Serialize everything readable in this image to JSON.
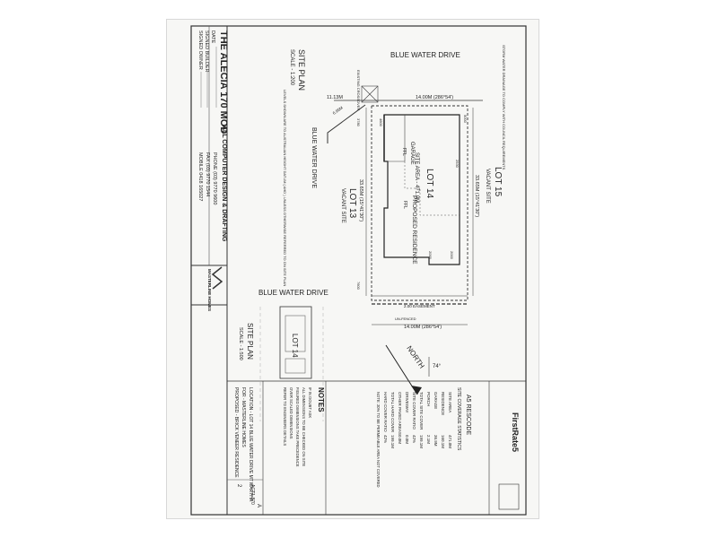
{
  "site_plan_1200": {
    "title": "SITE PLAN",
    "scale": "SCALE - 1:200",
    "street_north": "BLUE WATER DRIVE",
    "street_west": "BLUE WATER DRIVE",
    "lot_main": "LOT 14",
    "site_area": "SITE AREA - 471.0M",
    "lot_north": "LOT 15",
    "lot_north_status": "VACANT SITE",
    "lot_south": "LOT 13",
    "lot_south_status": "VACANT SITE",
    "residence": "PROPOSED RESIDENCE",
    "residence_ffl": "FFL",
    "garage": "GARAGE",
    "garage_ffl": "FFL",
    "dim_frontage": "14.00M (286°54')",
    "dim_rear": "14.00M (286°54')",
    "dim_side_north": "33.65M (15°41'30\")",
    "dim_side_south": "33.65M (15°41'30\")",
    "dim_truncation": "11.13M",
    "dim_corner": "6.95M",
    "easement": "2.00 EASEMENT",
    "unfenced": "UN-FENCED",
    "north_label": "NORTH",
    "north_angle": "74°",
    "existing_crossover": "EXISTING CROSSOVER",
    "dims_small": [
      "4600",
      "3780",
      "5000",
      "2530",
      "2000",
      "2000",
      "7600"
    ],
    "note_levels": "LEVELS SHOWN ARE TO AUSTRALIAN HEIGHT DATUM ( AHD ) UNLESS OTHERWISE REFERRED TO ON SITE PLAN",
    "note_storm": "STORM WATER DRAINAGE TO COMPLY WITH COUNCIL REQUIREMENTS"
  },
  "site_plan_500": {
    "street": "BLUE WATER DRIVE",
    "title": "SITE PLAN",
    "scale": "SCALE - 1:500",
    "lot": "LOT 14"
  },
  "title_block": {
    "project": "THE ALECIA 170 MOD",
    "date_label": "DATE",
    "signed_builder": "SIGNED BUILDER",
    "signed_owner": "SIGNED OWNER",
    "drafting_company": "ALL COMPUTER DESIGN & DRAFTING",
    "phone": "PHONE (03) 9770 9600",
    "fax": "FAX (03) 9770 1544",
    "mobile": "MOBILE 0418 165027",
    "brand": "MASTERLINE HOMES"
  },
  "notes": {
    "heading": "NOTES",
    "lines": [
      "IF IN DOUBT ASK",
      "ALL DIMENSIONS TO BE CHECKED ON SITE",
      "FIGURED DIMENSIONS TAKE PRECEDENCE",
      "OVER SCALED DIMENSIONS",
      "REFER TO ENGINEERS DETAILS"
    ]
  },
  "project_details": {
    "proposed": "PROPOSED - BRICK VENEER RESIDENCE",
    "for": "FOR - MASTERLINE HOMES",
    "location": "LOCATION - LOT 14 BLUE WATER DRIVE MT MARTHA",
    "sheet_no": "2",
    "drawing_no": "ACT1-870",
    "revision": "A"
  },
  "coverage": {
    "firstrate": "FirstRate5",
    "rescode": "A5 RESCODE",
    "heading": "SITE COVERAGE STATISTICS",
    "rows": [
      {
        "label": "SITE AREA",
        "value": "471.0M"
      },
      {
        "label": "RESIDENCE",
        "value": "160.1M"
      },
      {
        "label": "GARAGE",
        "value": "36.9M"
      },
      {
        "label": "PORCH",
        "value": "2.1M"
      },
      {
        "label": "TOTAL SITE COVER",
        "value": "199.1M"
      },
      {
        "label": "SITE COVER RATIO",
        "value": "42%"
      },
      {
        "label": "DRIVEWAY",
        "value": "0.0M"
      },
      {
        "label": "OTHER PAVED AREAS",
        "value": "0.0M"
      },
      {
        "label": "TOTAL HARD COVER",
        "value": "199.1M"
      },
      {
        "label": "HARD COVER RATIO",
        "value": "42%"
      }
    ],
    "note": "NOTE: 20% TO BE PERMEABLE AREA NOT COVERED"
  },
  "colors": {
    "ink": "#222222",
    "paper": "#f7f7f5",
    "easement": "#333333"
  }
}
